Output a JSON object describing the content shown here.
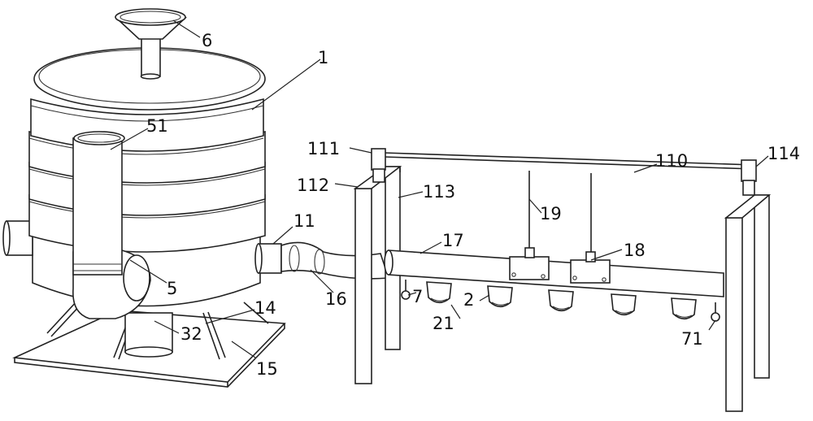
{
  "labels": {
    "l1": "1",
    "l2": "2",
    "l5": "5",
    "l6": "6",
    "l7": "7",
    "l11": "11",
    "l14": "14",
    "l15": "15",
    "l16": "16",
    "l17": "17",
    "l18": "18",
    "l19": "19",
    "l21": "21",
    "l32": "32",
    "l51": "51",
    "l71": "71",
    "l110": "110",
    "l111": "111",
    "l112": "112",
    "l113": "113",
    "l114": "114"
  }
}
